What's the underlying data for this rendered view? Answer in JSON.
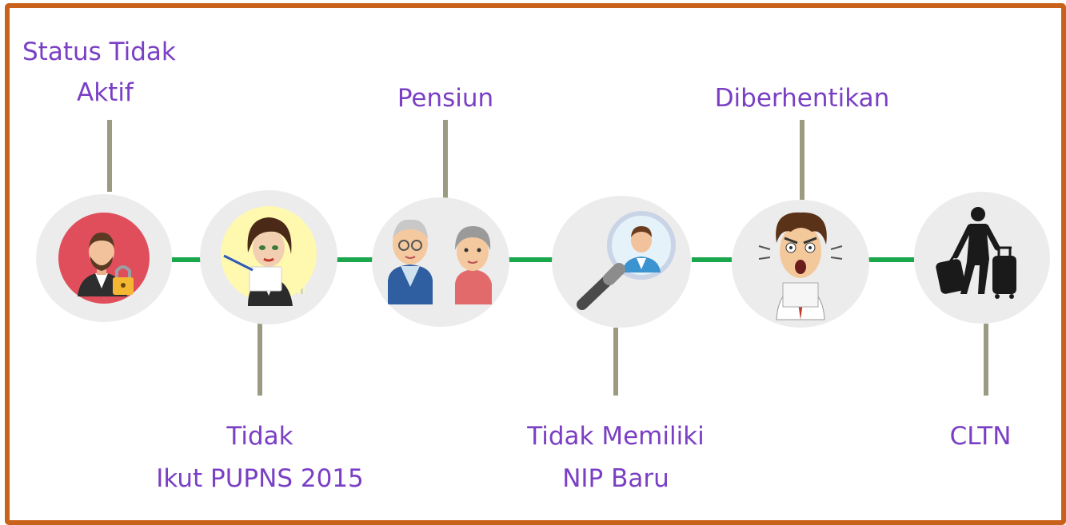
{
  "steps": [
    {
      "label_lines": [
        "Status Tidak",
        "Aktif"
      ],
      "icon": "locked-user-icon"
    },
    {
      "label_lines": [
        "Tidak",
        "Ikut PUPNS 2015"
      ],
      "icon": "woman-writing-icon"
    },
    {
      "label_lines": [
        "Pensiun"
      ],
      "icon": "elderly-couple-icon"
    },
    {
      "label_lines": [
        "Tidak Memiliki",
        "NIP Baru"
      ],
      "icon": "magnifier-person-icon"
    },
    {
      "label_lines": [
        "Diberhentikan"
      ],
      "icon": "angry-man-icon"
    },
    {
      "label_lines": [
        "CLTN"
      ],
      "icon": "traveler-luggage-icon"
    }
  ],
  "colors": {
    "frame": "#c8611a",
    "label_text": "#7a3fc4",
    "connector": "#1aa64a",
    "stem": "#9b9b82",
    "circle": "#ececec"
  }
}
